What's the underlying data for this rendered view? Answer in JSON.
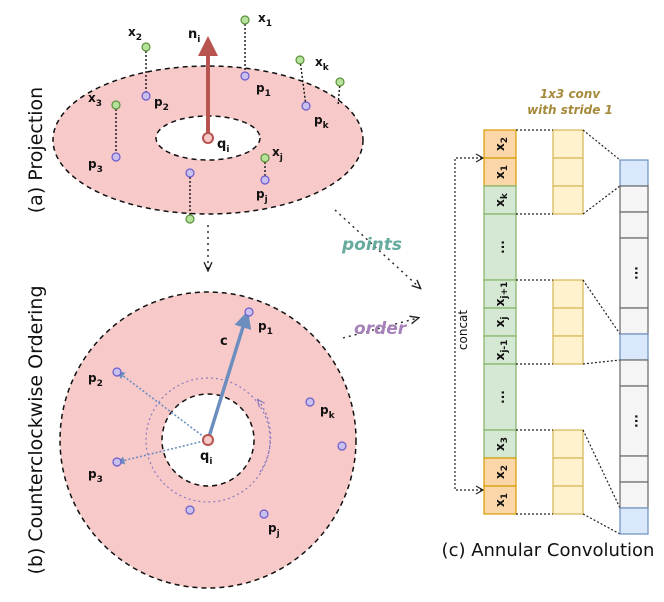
{
  "panels": {
    "a": {
      "title": "(a) Projection"
    },
    "b": {
      "title": "(b) Counterclockwise Ordering"
    },
    "c": {
      "title": "(c) Annular Convolution"
    }
  },
  "labels": {
    "ni": "n",
    "ni_sub": "i",
    "qi": "q",
    "qi_sub": "i",
    "c": "c",
    "concat": "concat",
    "conv_line1": "1x3 conv",
    "conv_line2": "with stride 1",
    "points": "points",
    "order": "order",
    "ellipsis": "..."
  },
  "projection_points": {
    "x1": {
      "base": "x",
      "sub": "1"
    },
    "x2": {
      "base": "x",
      "sub": "2"
    },
    "x3": {
      "base": "x",
      "sub": "3"
    },
    "xk": {
      "base": "x",
      "sub": "k"
    },
    "xj": {
      "base": "x",
      "sub": "j"
    },
    "p1": {
      "base": "p",
      "sub": "1"
    },
    "p2": {
      "base": "p",
      "sub": "2"
    },
    "p3": {
      "base": "p",
      "sub": "3"
    },
    "pk": {
      "base": "p",
      "sub": "k"
    },
    "pj": {
      "base": "p",
      "sub": "j"
    }
  },
  "stack_cells": [
    {
      "base": "x",
      "sub": "2"
    },
    {
      "base": "x",
      "sub": "1"
    },
    {
      "base": "x",
      "sub": "k"
    },
    {
      "base": "...",
      "sub": ""
    },
    {
      "base": "x",
      "sub": "j+1"
    },
    {
      "base": "x",
      "sub": "j"
    },
    {
      "base": "x",
      "sub": "j-1"
    },
    {
      "base": "...",
      "sub": ""
    },
    {
      "base": "x",
      "sub": "3"
    },
    {
      "base": "x",
      "sub": "2"
    },
    {
      "base": "x",
      "sub": "1"
    }
  ],
  "colors": {
    "annulus_fill": "#f8c9c9",
    "point_green": "#b7e29b",
    "point_purple": "#c9c0ef",
    "normal_red": "#b85450",
    "arrow_blue": "#6c8ebf",
    "cell_orange": "#fbd6a8",
    "cell_green": "#d5e8d4",
    "kernel_yellow": "#fff2cc",
    "output_blue": "#dae8fc",
    "output_gray": "#f5f5f5",
    "points_text": "#67ab9f",
    "order_text": "#a680b8",
    "conv_text": "#a68a3c"
  }
}
